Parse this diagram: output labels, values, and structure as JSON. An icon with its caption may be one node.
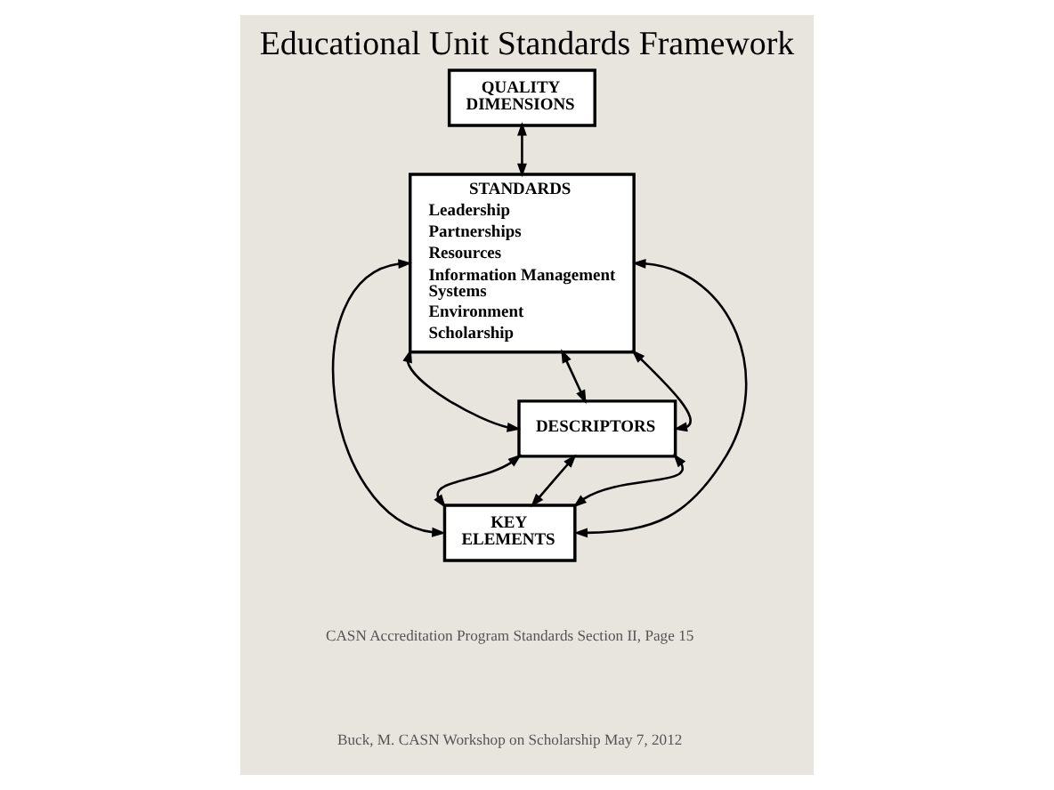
{
  "diagram": {
    "title": "Educational Unit Standards Framework",
    "nodes": [
      {
        "text": [
          "QUALITY DIMENSIONS"
        ]
      },
      {
        "text": [
          "STANDARDS",
          "Leadership",
          "Partnerships",
          "Resources",
          "Information Management Systems",
          "Environment",
          "Scholarship"
        ]
      },
      {
        "text": [
          "DESCRIPTORS"
        ]
      },
      {
        "text": [
          "KEY ELEMENTS"
        ]
      }
    ],
    "edges": [
      {
        "from": 0,
        "to": 1,
        "arrow": "both"
      },
      {
        "from": 1,
        "to": 2,
        "arrow": "both"
      },
      {
        "from": 2,
        "to": 3,
        "arrow": "both"
      },
      {
        "from": 3,
        "to": 1,
        "arrow": "both"
      },
      {
        "from": 2,
        "to": 1,
        "arrow": "both"
      },
      {
        "from": 2,
        "to": 3,
        "arrow": "both"
      },
      {
        "from": 3,
        "to": 1,
        "arrow": "both"
      },
      {
        "from": 2,
        "to": 1,
        "arrow": "both"
      },
      {
        "from": 2,
        "to": 3,
        "arrow": "both"
      }
    ],
    "labels": [
      "CASN Accreditation Program Standards Section II, Page 15",
      "Buck, M. CASN Workshop on Scholarship May 7, 2012"
    ]
  }
}
